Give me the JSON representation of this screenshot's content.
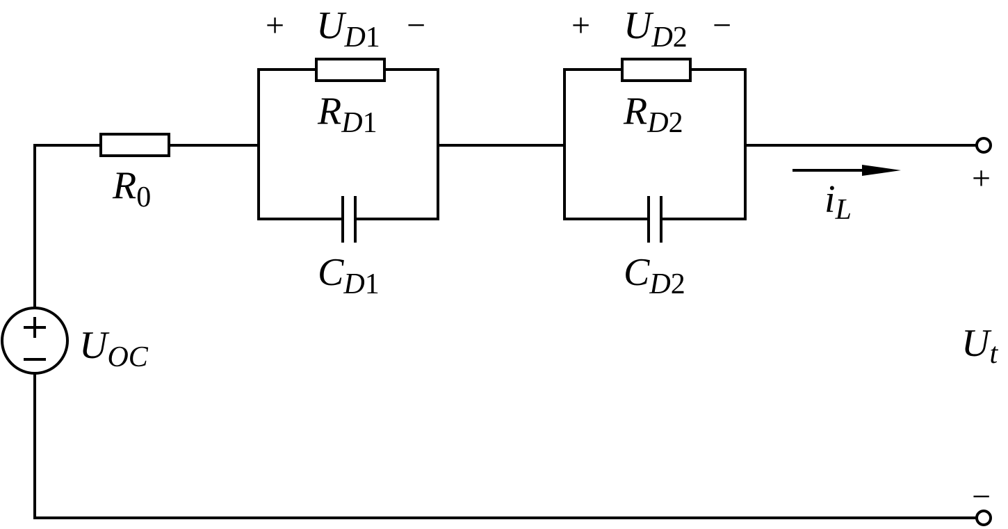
{
  "diagram": {
    "source": {
      "symbol": "U",
      "sub": "OC",
      "plus": "+",
      "minus": "−"
    },
    "r0": {
      "symbol": "R",
      "sub": "0"
    },
    "rc1": {
      "voltage": {
        "plus": "+",
        "symbol": "U",
        "sub_letter": "D",
        "sub_num": "1",
        "minus": "−"
      },
      "resistor": {
        "symbol": "R",
        "sub_letter": "D",
        "sub_num": "1"
      },
      "capacitor": {
        "symbol": "C",
        "sub_letter": "D",
        "sub_num": "1"
      }
    },
    "rc2": {
      "voltage": {
        "plus": "+",
        "symbol": "U",
        "sub_letter": "D",
        "sub_num": "2",
        "minus": "−"
      },
      "resistor": {
        "symbol": "R",
        "sub_letter": "D",
        "sub_num": "2"
      },
      "capacitor": {
        "symbol": "C",
        "sub_letter": "D",
        "sub_num": "2"
      }
    },
    "current": {
      "symbol": "i",
      "sub": "L"
    },
    "terminal": {
      "symbol": "U",
      "sub": "t",
      "plus": "+",
      "minus": "−"
    }
  }
}
